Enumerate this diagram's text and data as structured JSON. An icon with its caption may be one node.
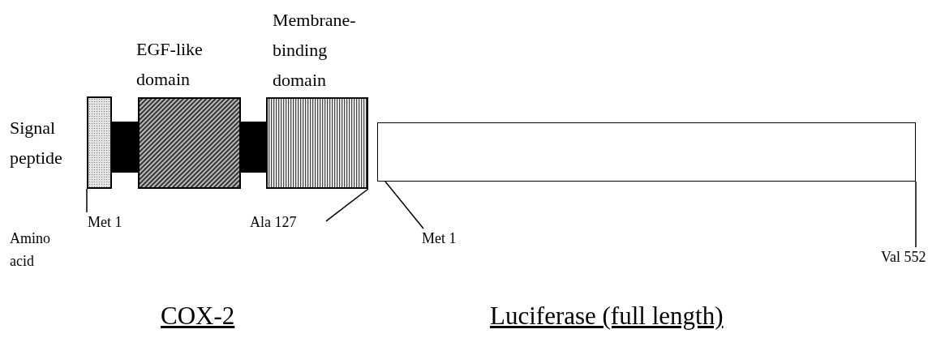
{
  "diagram": {
    "nodes": [
      {
        "text": [
          "Signal peptide"
        ]
      },
      {
        "text": [],
        "shape": "bar"
      },
      {
        "text": [
          "EGF-like domain"
        ]
      },
      {
        "text": [],
        "shape": "bar"
      },
      {
        "text": [
          "Membrane-binding domain"
        ]
      },
      {
        "text": [],
        "shape": "box"
      },
      {
        "text": [
          "Met 1"
        ]
      },
      {
        "text": [
          "Ala 127"
        ]
      },
      {
        "text": [
          "Met 1"
        ]
      },
      {
        "text": [
          "Val 552"
        ]
      }
    ],
    "edges": [
      {
        "from": 6,
        "to": 0,
        "arrow": "none"
      },
      {
        "from": 7,
        "to": 4,
        "arrow": "none"
      },
      {
        "from": 8,
        "to": 5,
        "arrow": "none"
      },
      {
        "from": 9,
        "to": 5,
        "arrow": "none"
      }
    ],
    "labels": [
      "Amino acid",
      "COX-2",
      "Luciferase (full length)"
    ]
  }
}
